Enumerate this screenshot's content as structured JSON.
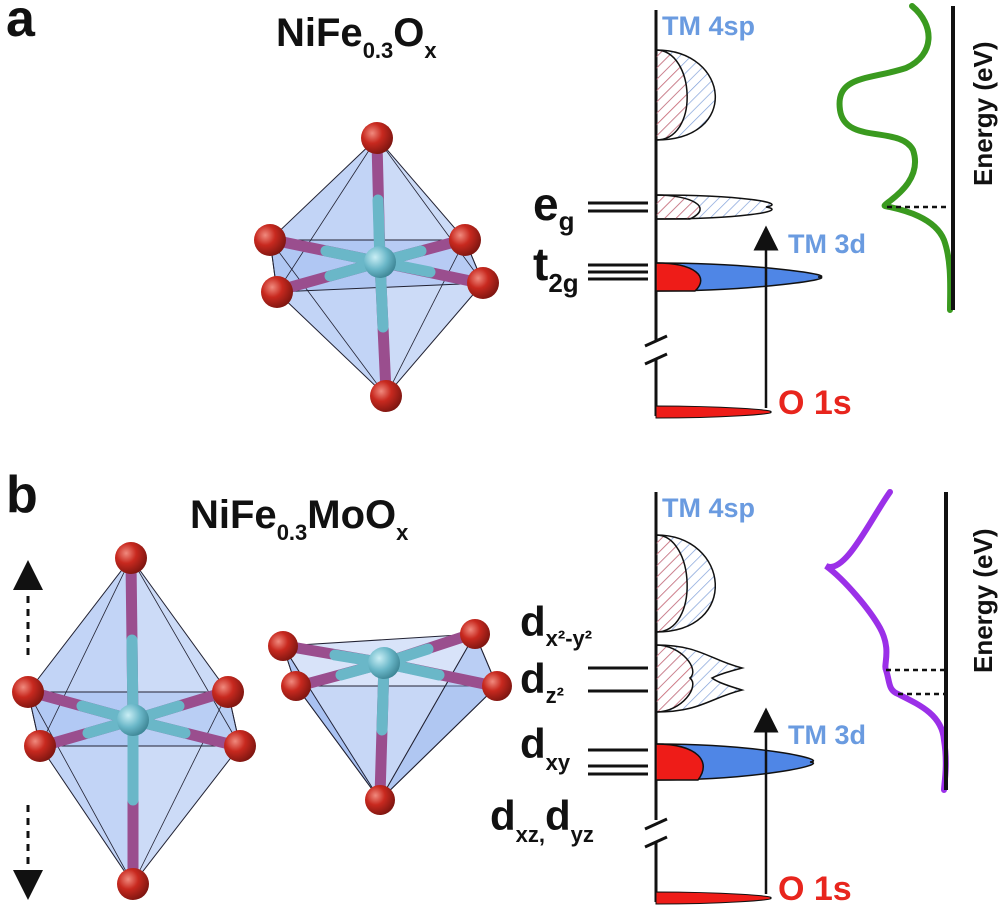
{
  "colors": {
    "blue_label": "#6a9be0",
    "red_label": "#e8251d",
    "green_curve": "#3a9a1f",
    "purple_curve": "#9b30e8",
    "polyhedron": "#8fb0ee",
    "oxygen": "#c0271d",
    "metal": "#6ab7c8",
    "bond": "#9a4e8e",
    "orbital_blue": "#4f86e6",
    "orbital_red": "#ee1c18"
  },
  "panels": [
    {
      "letter": "a",
      "formula": {
        "main": "NiFe",
        "sub1": "0.3",
        "mid": "O",
        "sub2": "x"
      },
      "orbitals": {
        "eg_main": "e",
        "eg_sub": "g",
        "t2g_main": "t",
        "t2g_sub": "2g"
      },
      "labels": {
        "tm4sp": "TM 4sp",
        "tm3d": "TM 3d",
        "o1s": "O 1s",
        "energy": "Energy (eV)"
      }
    },
    {
      "letter": "b",
      "formula": {
        "main": "NiFe",
        "sub1": "0.3",
        "mid": "MoO",
        "sub2": "x"
      },
      "orbitals": {
        "dx2y2_main": "d",
        "dx2y2_sub": "x²-y²",
        "dz2_main": "d",
        "dz2_sub": "z²",
        "dxy_main": "d",
        "dxy_sub": "xy",
        "dxzdyz_main1": "d",
        "dxzdyz_sub1": "xz,",
        "dxzdyz_main2": "d",
        "dxzdyz_sub2": "yz"
      },
      "labels": {
        "tm4sp": "TM 4sp",
        "tm3d": "TM 3d",
        "o1s": "O 1s",
        "energy": "Energy (eV)"
      }
    }
  ]
}
